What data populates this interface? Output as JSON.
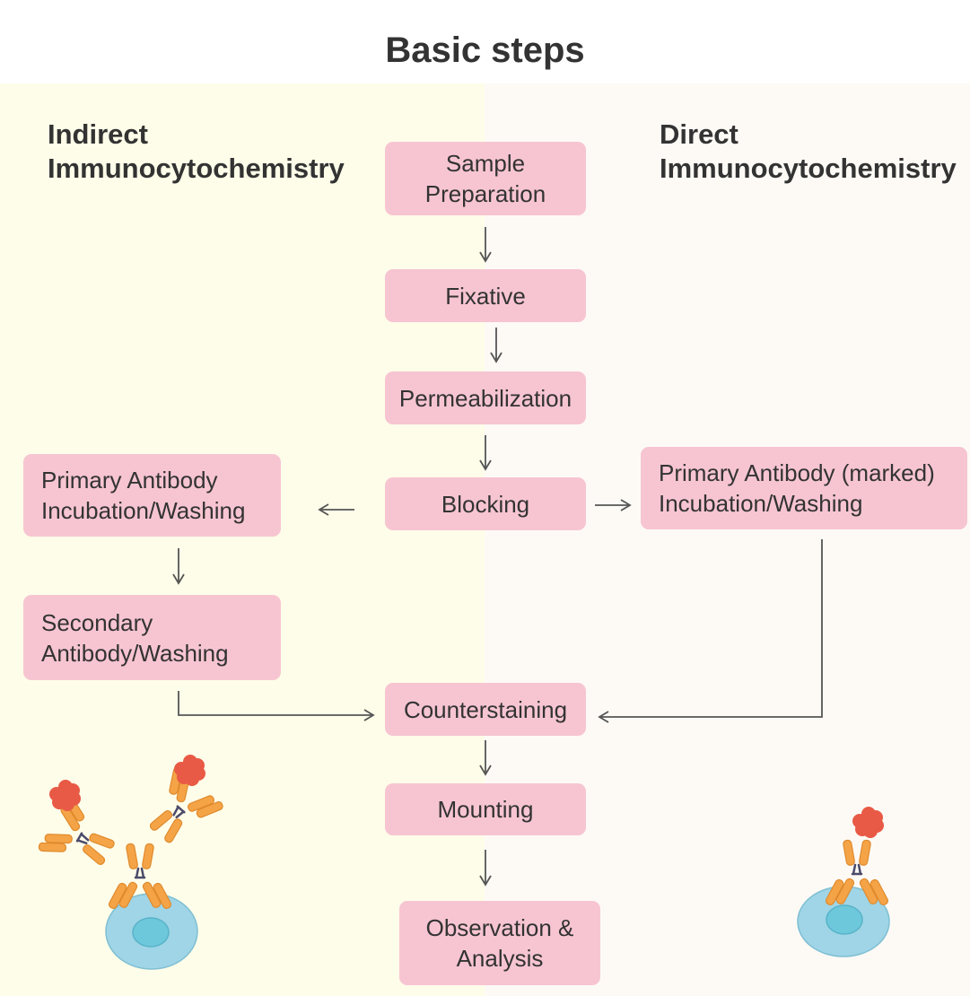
{
  "title": "Basic steps",
  "left_heading": {
    "line1": "Indirect",
    "line2": "Immunocytochemistry"
  },
  "right_heading": {
    "line1": "Direct",
    "line2": "Immunocytochemistry"
  },
  "steps": {
    "sample_preparation": {
      "line1": "Sample",
      "line2": "Preparation"
    },
    "fixative": "Fixative",
    "permeabilization": "Permeabilization",
    "blocking": "Blocking",
    "primary_indirect": {
      "line1": "Primary Antibody",
      "line2": "Incubation/Washing"
    },
    "secondary": {
      "line1": "Secondary",
      "line2": "Antibody/Washing"
    },
    "primary_direct": {
      "line1": "Primary Antibody (marked)",
      "line2": "Incubation/Washing"
    },
    "counterstaining": "Counterstaining",
    "mounting": "Mounting",
    "observation": {
      "line1": "Observation &",
      "line2": "Analysis"
    }
  },
  "colors": {
    "indirect_panel": "#fefde9",
    "direct_panel": "#fdfaf6",
    "step_box": "#f7c5d2",
    "arrow": "#555555",
    "antibody_arm": "#f4a447",
    "antibody_hinge": "#4a4a6a",
    "label_marker": "#e85a45",
    "cell": "#9fd5e6",
    "cell_nucleus": "#6ec8dc"
  },
  "icons": {
    "indirect_illustration": "secondary-antibodies-binding-primary-antibody-on-cell",
    "direct_illustration": "labeled-primary-antibody-on-cell"
  }
}
